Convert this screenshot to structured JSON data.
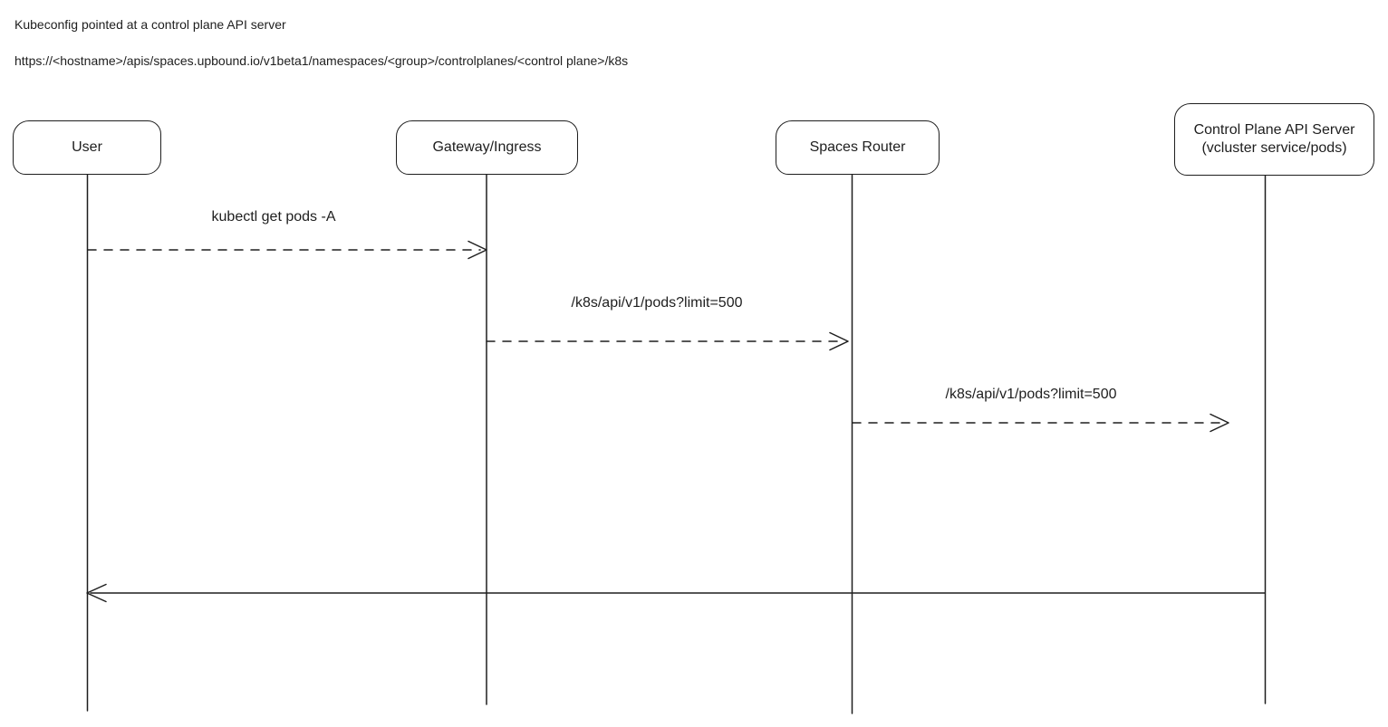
{
  "header": {
    "title": "Kubeconfig pointed at a control plane API server",
    "url": "https://<hostname>/apis/spaces.upbound.io/v1beta1/namespaces/<group>/controlplanes/<control plane>/k8s"
  },
  "diagram": {
    "type": "sequence-diagram",
    "style": "hand-drawn",
    "colors": {
      "stroke": "#1e1e1e",
      "background": "#ffffff"
    },
    "actors": [
      {
        "id": "user",
        "label": "User"
      },
      {
        "id": "gateway",
        "label": "Gateway/Ingress"
      },
      {
        "id": "spaces-router",
        "label": "Spaces Router"
      },
      {
        "id": "control-plane",
        "label": "Control Plane API Server",
        "sublabel": "(vcluster service/pods)"
      }
    ],
    "messages": [
      {
        "from": "User",
        "to": "Gateway/Ingress",
        "label": "kubectl get pods -A",
        "line": "dashed",
        "direction": "right"
      },
      {
        "from": "Gateway/Ingress",
        "to": "Spaces Router",
        "label": "/k8s/api/v1/pods?limit=500",
        "line": "dashed",
        "direction": "right"
      },
      {
        "from": "Spaces Router",
        "to": "Control Plane API Server",
        "label": "/k8s/api/v1/pods?limit=500",
        "line": "dashed",
        "direction": "right"
      },
      {
        "from": "Control Plane API Server",
        "to": "User",
        "label": "",
        "line": "solid",
        "direction": "left"
      }
    ]
  }
}
